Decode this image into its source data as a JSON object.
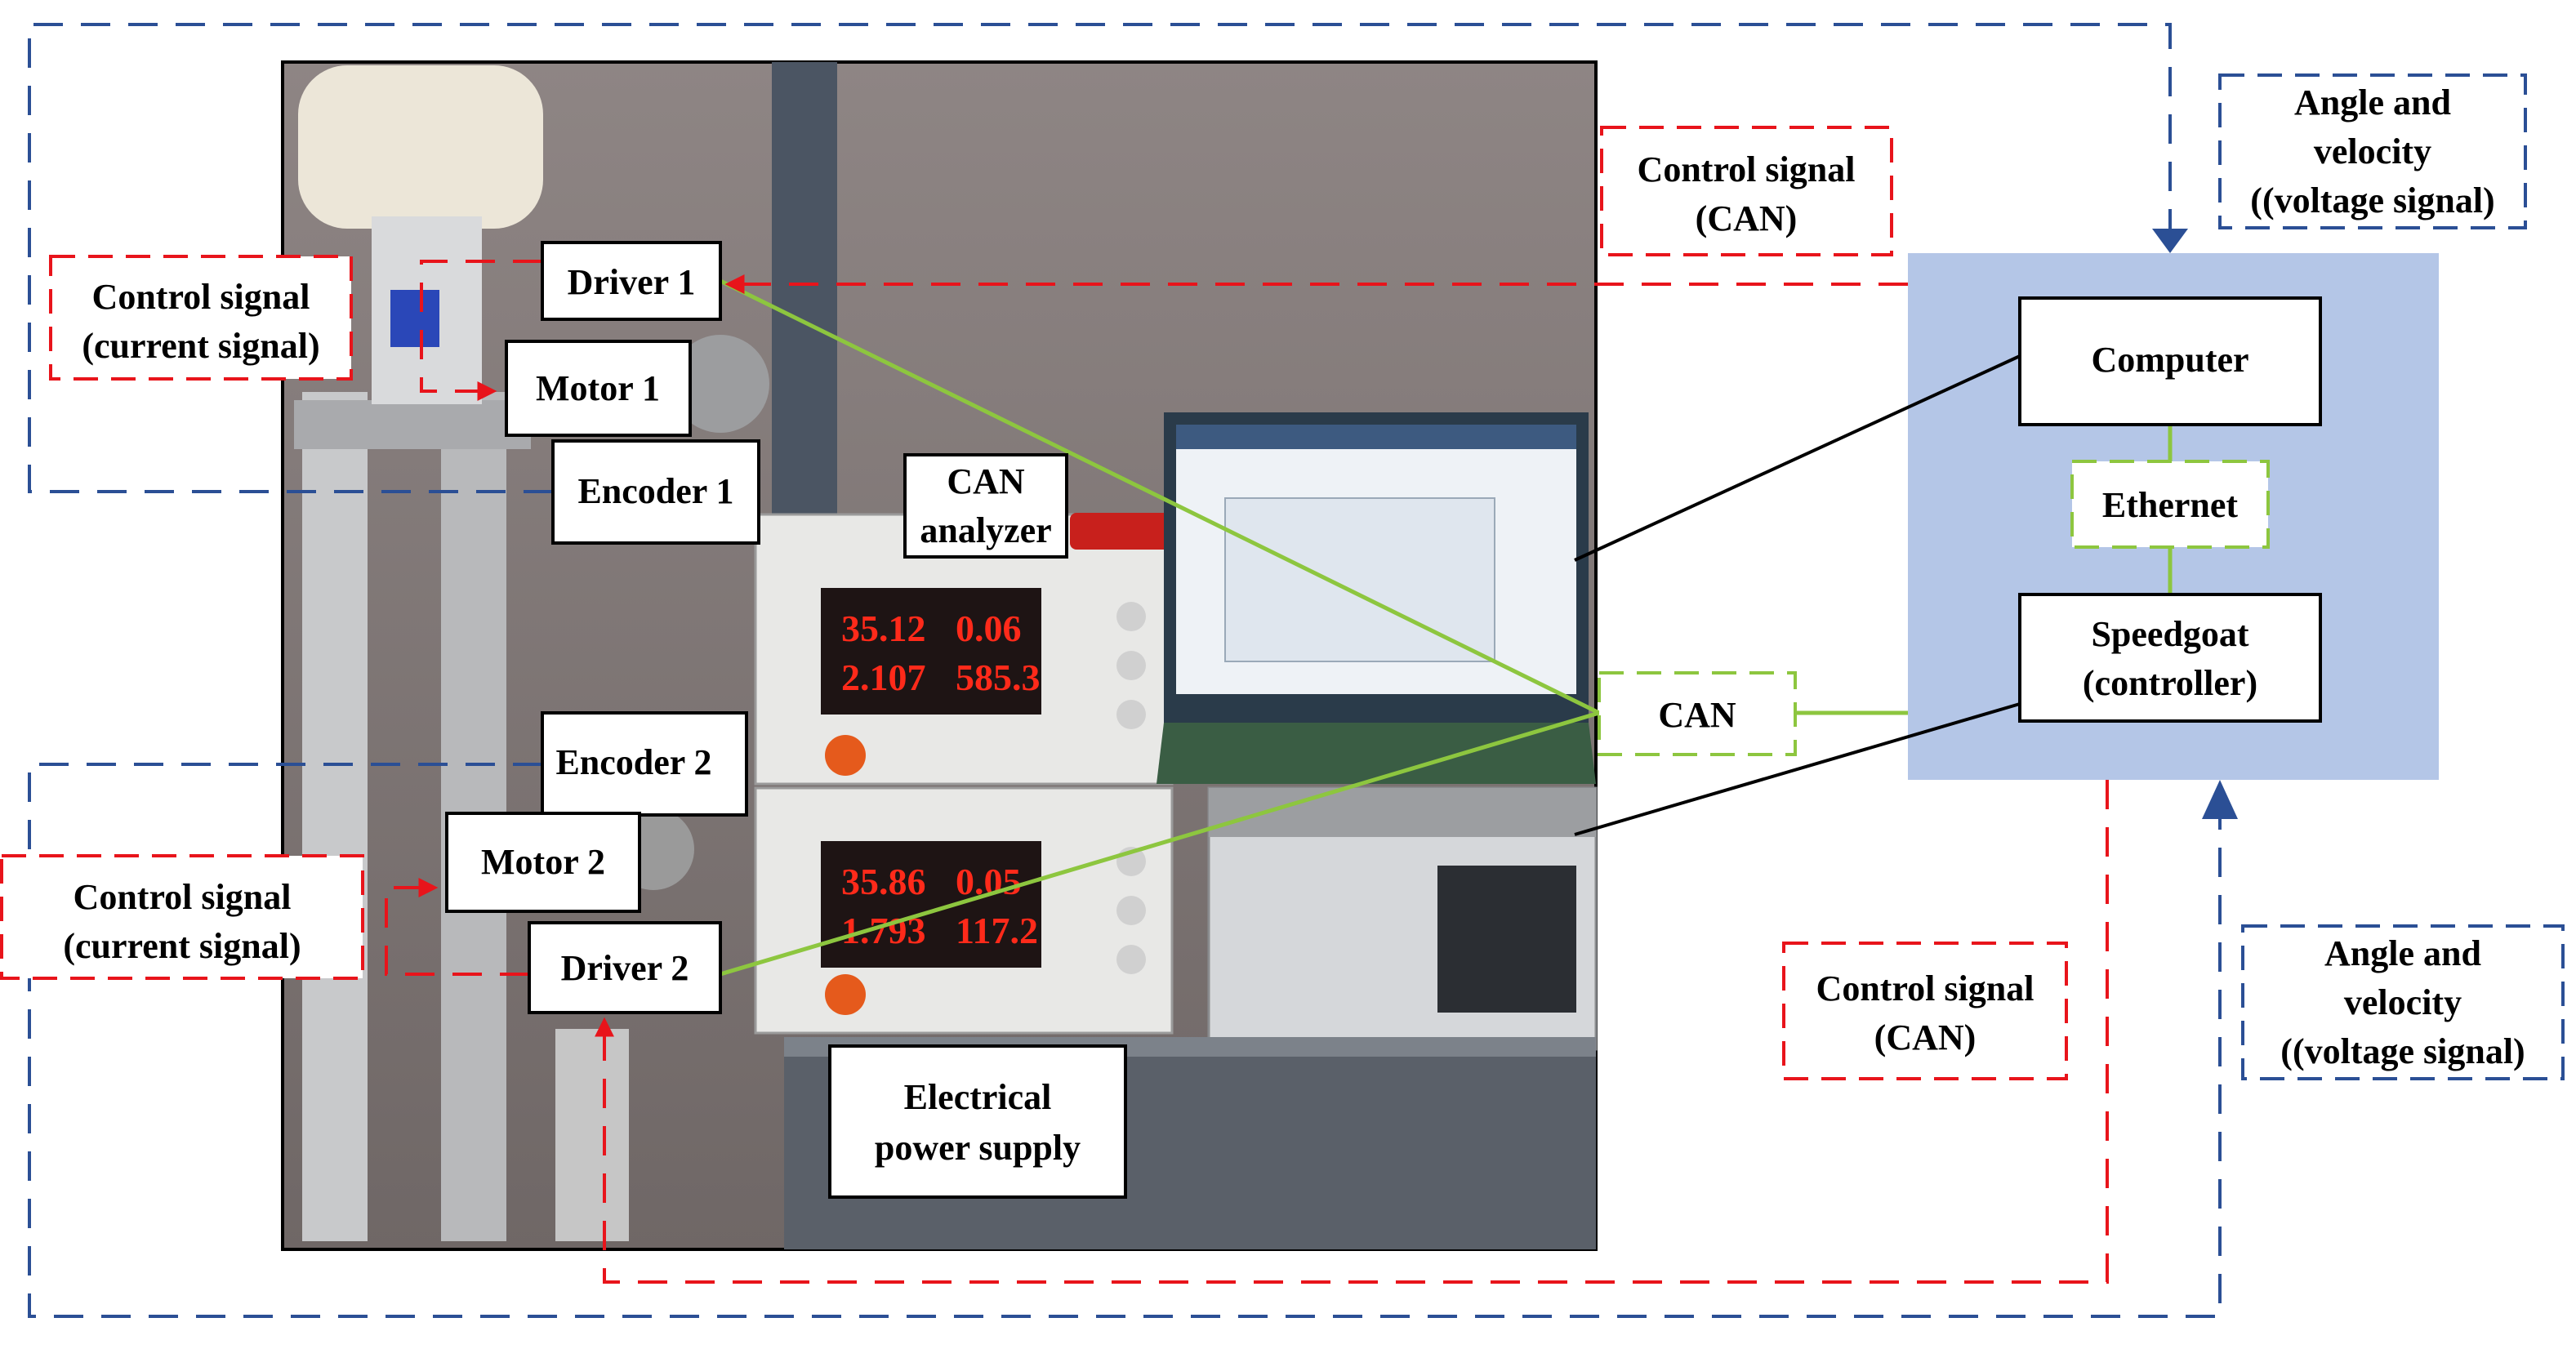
{
  "colors": {
    "red": "#e8141b",
    "blue": "#2b4f95",
    "green": "#8dc63f",
    "panel_fill": "#b4c6e7",
    "line_black": "#000000"
  },
  "photo": {
    "description_icon": "lab-setup-photo"
  },
  "labels": {
    "driver1": "Driver 1",
    "motor1": "Motor 1",
    "encoder1": "Encoder 1",
    "encoder2": "Encoder 2",
    "motor2": "Motor 2",
    "driver2": "Driver 2",
    "can_analyzer_l1": "CAN",
    "can_analyzer_l2": "analyzer",
    "power_supply_l1": "Electrical",
    "power_supply_l2": "power supply",
    "computer": "Computer",
    "ethernet": "Ethernet",
    "speedgoat_l1": "Speedgoat",
    "speedgoat_l2": "(controller)",
    "can": "CAN",
    "ctrl_current_top_l1": "Control signal",
    "ctrl_current_top_l2": "(current signal)",
    "ctrl_current_bot_l1": "Control signal",
    "ctrl_current_bot_l2": "(current signal)",
    "ctrl_can_top_l1": "Control signal",
    "ctrl_can_top_l2": "(CAN)",
    "ctrl_can_bot_l1": "Control signal",
    "ctrl_can_bot_l2": "(CAN)",
    "angle_top_l1": "Angle and",
    "angle_top_l2": "velocity",
    "angle_top_l3": "((voltage signal)",
    "angle_bot_l1": "Angle and",
    "angle_bot_l2": "velocity",
    "angle_bot_l3": "((voltage signal)"
  },
  "readouts": {
    "psu1_v": "35.12",
    "psu1_a": "0.06",
    "psu1_v2": "2.107",
    "psu1_w": "585.3",
    "psu2_v": "35.86",
    "psu2_a": "0.05",
    "psu2_v2": "1.793",
    "psu2_w": "117.2"
  }
}
